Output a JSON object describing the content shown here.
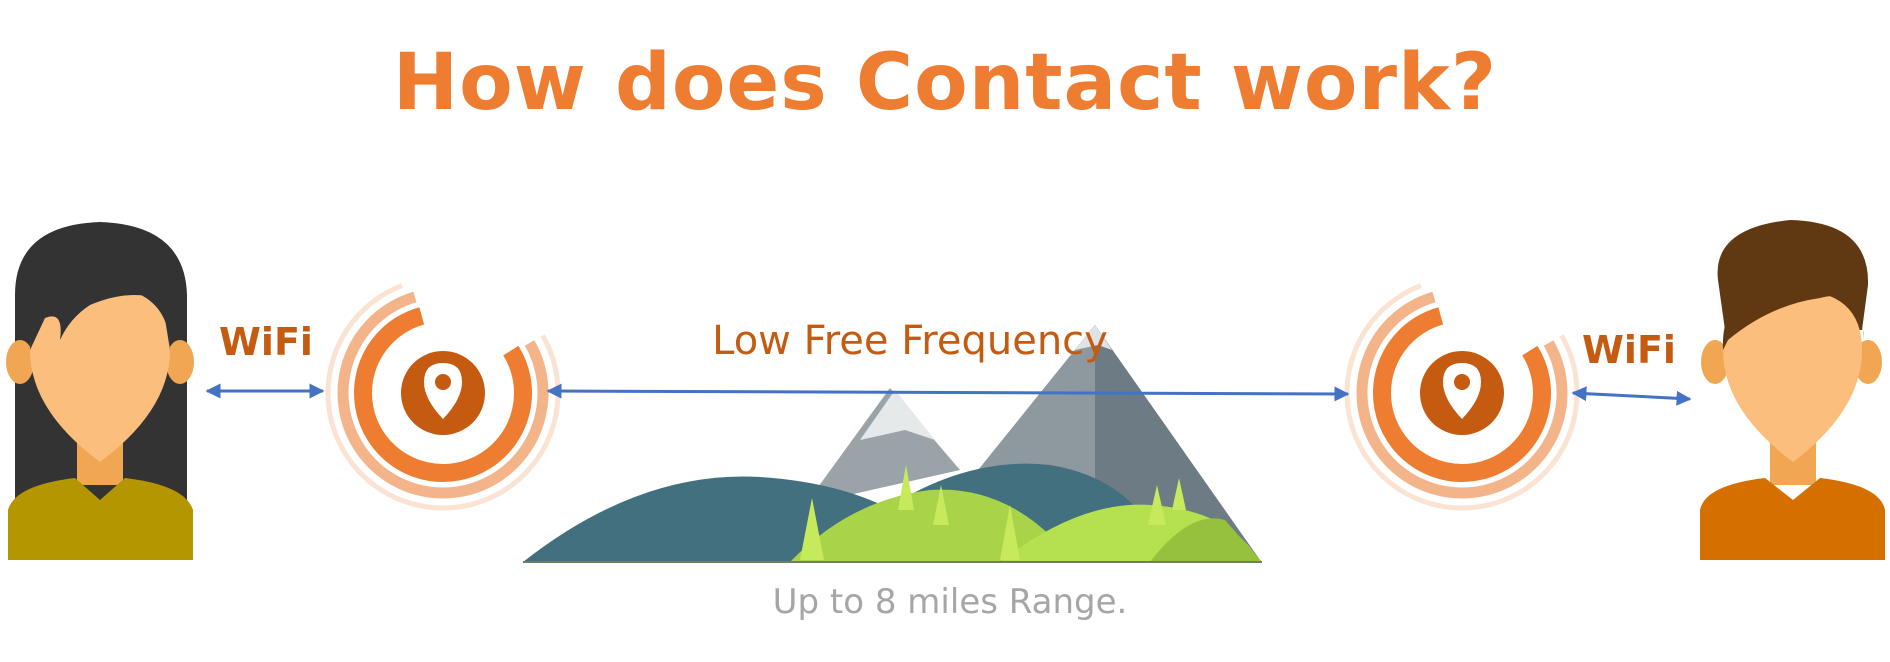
{
  "title": "How does Contact work?",
  "labels": {
    "wifi_left": "WiFi",
    "wifi_right": "WiFi",
    "frequency": "Low Free Frequency",
    "range": "Up to 8 miles Range."
  },
  "icons": {
    "person_left": "woman-avatar-icon",
    "person_right": "man-avatar-icon",
    "device_left": "contact-logo-icon",
    "device_right": "contact-logo-icon",
    "terrain": "mountains-trees-illustration"
  },
  "colors": {
    "accent": "#ee7d32",
    "label": "#c55a11",
    "arrow": "#4472c4",
    "range_text": "#a6a6a6"
  }
}
